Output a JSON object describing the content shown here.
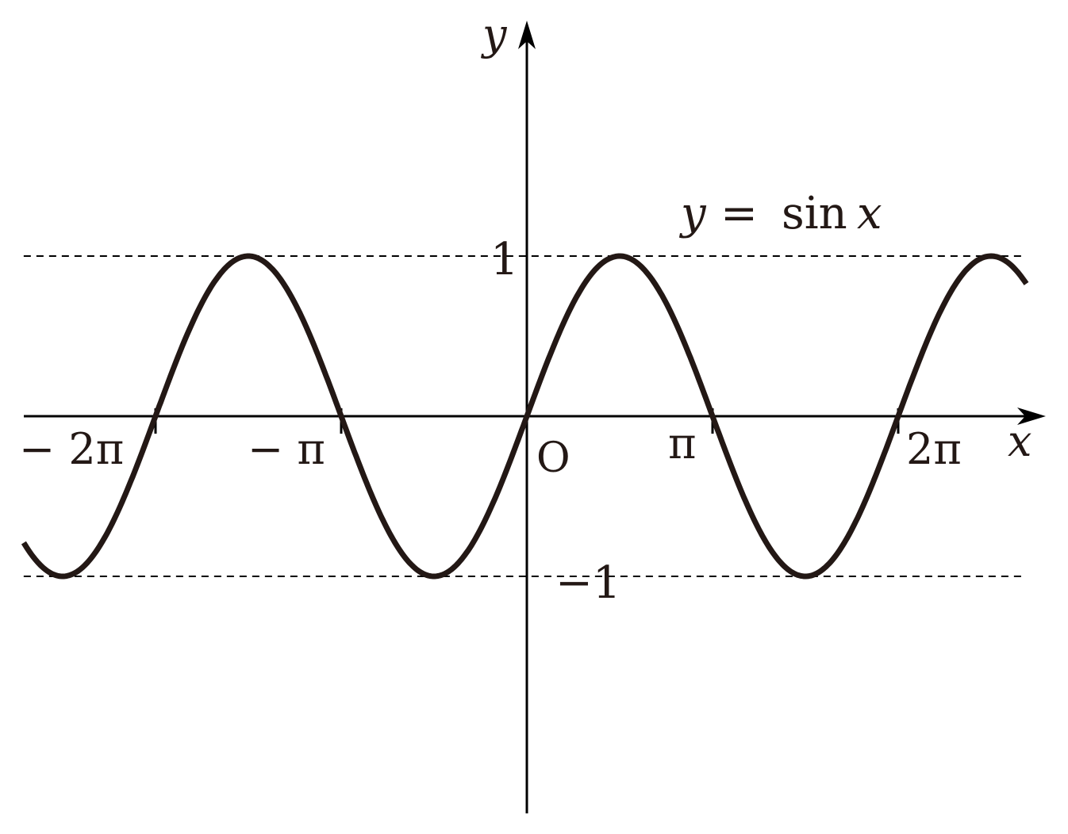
{
  "chart_data": {
    "type": "line",
    "title": "",
    "function_label": "y = sin x",
    "function_label_parts": {
      "y": "y",
      "eq": "=",
      "fn": "sin",
      "x": "x"
    },
    "xlabel": "x",
    "ylabel": "y",
    "origin_label": "O",
    "xlim_in_pi": [
      -2.71,
      2.69
    ],
    "ylim": [
      -2.5,
      2.45
    ],
    "x_ticks": [
      {
        "value_in_pi": -2,
        "label": "− 2π"
      },
      {
        "value_in_pi": -1,
        "label": "− π"
      },
      {
        "value_in_pi": 1,
        "label": "π"
      },
      {
        "value_in_pi": 2,
        "label": "2π"
      }
    ],
    "y_ticks": [
      {
        "value": 1,
        "label": "1"
      },
      {
        "value": -1,
        "label": "−1"
      }
    ],
    "guide_lines": [
      1,
      -1
    ],
    "series": [
      {
        "name": "y = sin x",
        "function": "sin",
        "x_range_in_pi": [
          -2.71,
          2.69
        ]
      }
    ],
    "grid": false,
    "colors": {
      "curve": "#231815",
      "axis": "#000000"
    }
  }
}
